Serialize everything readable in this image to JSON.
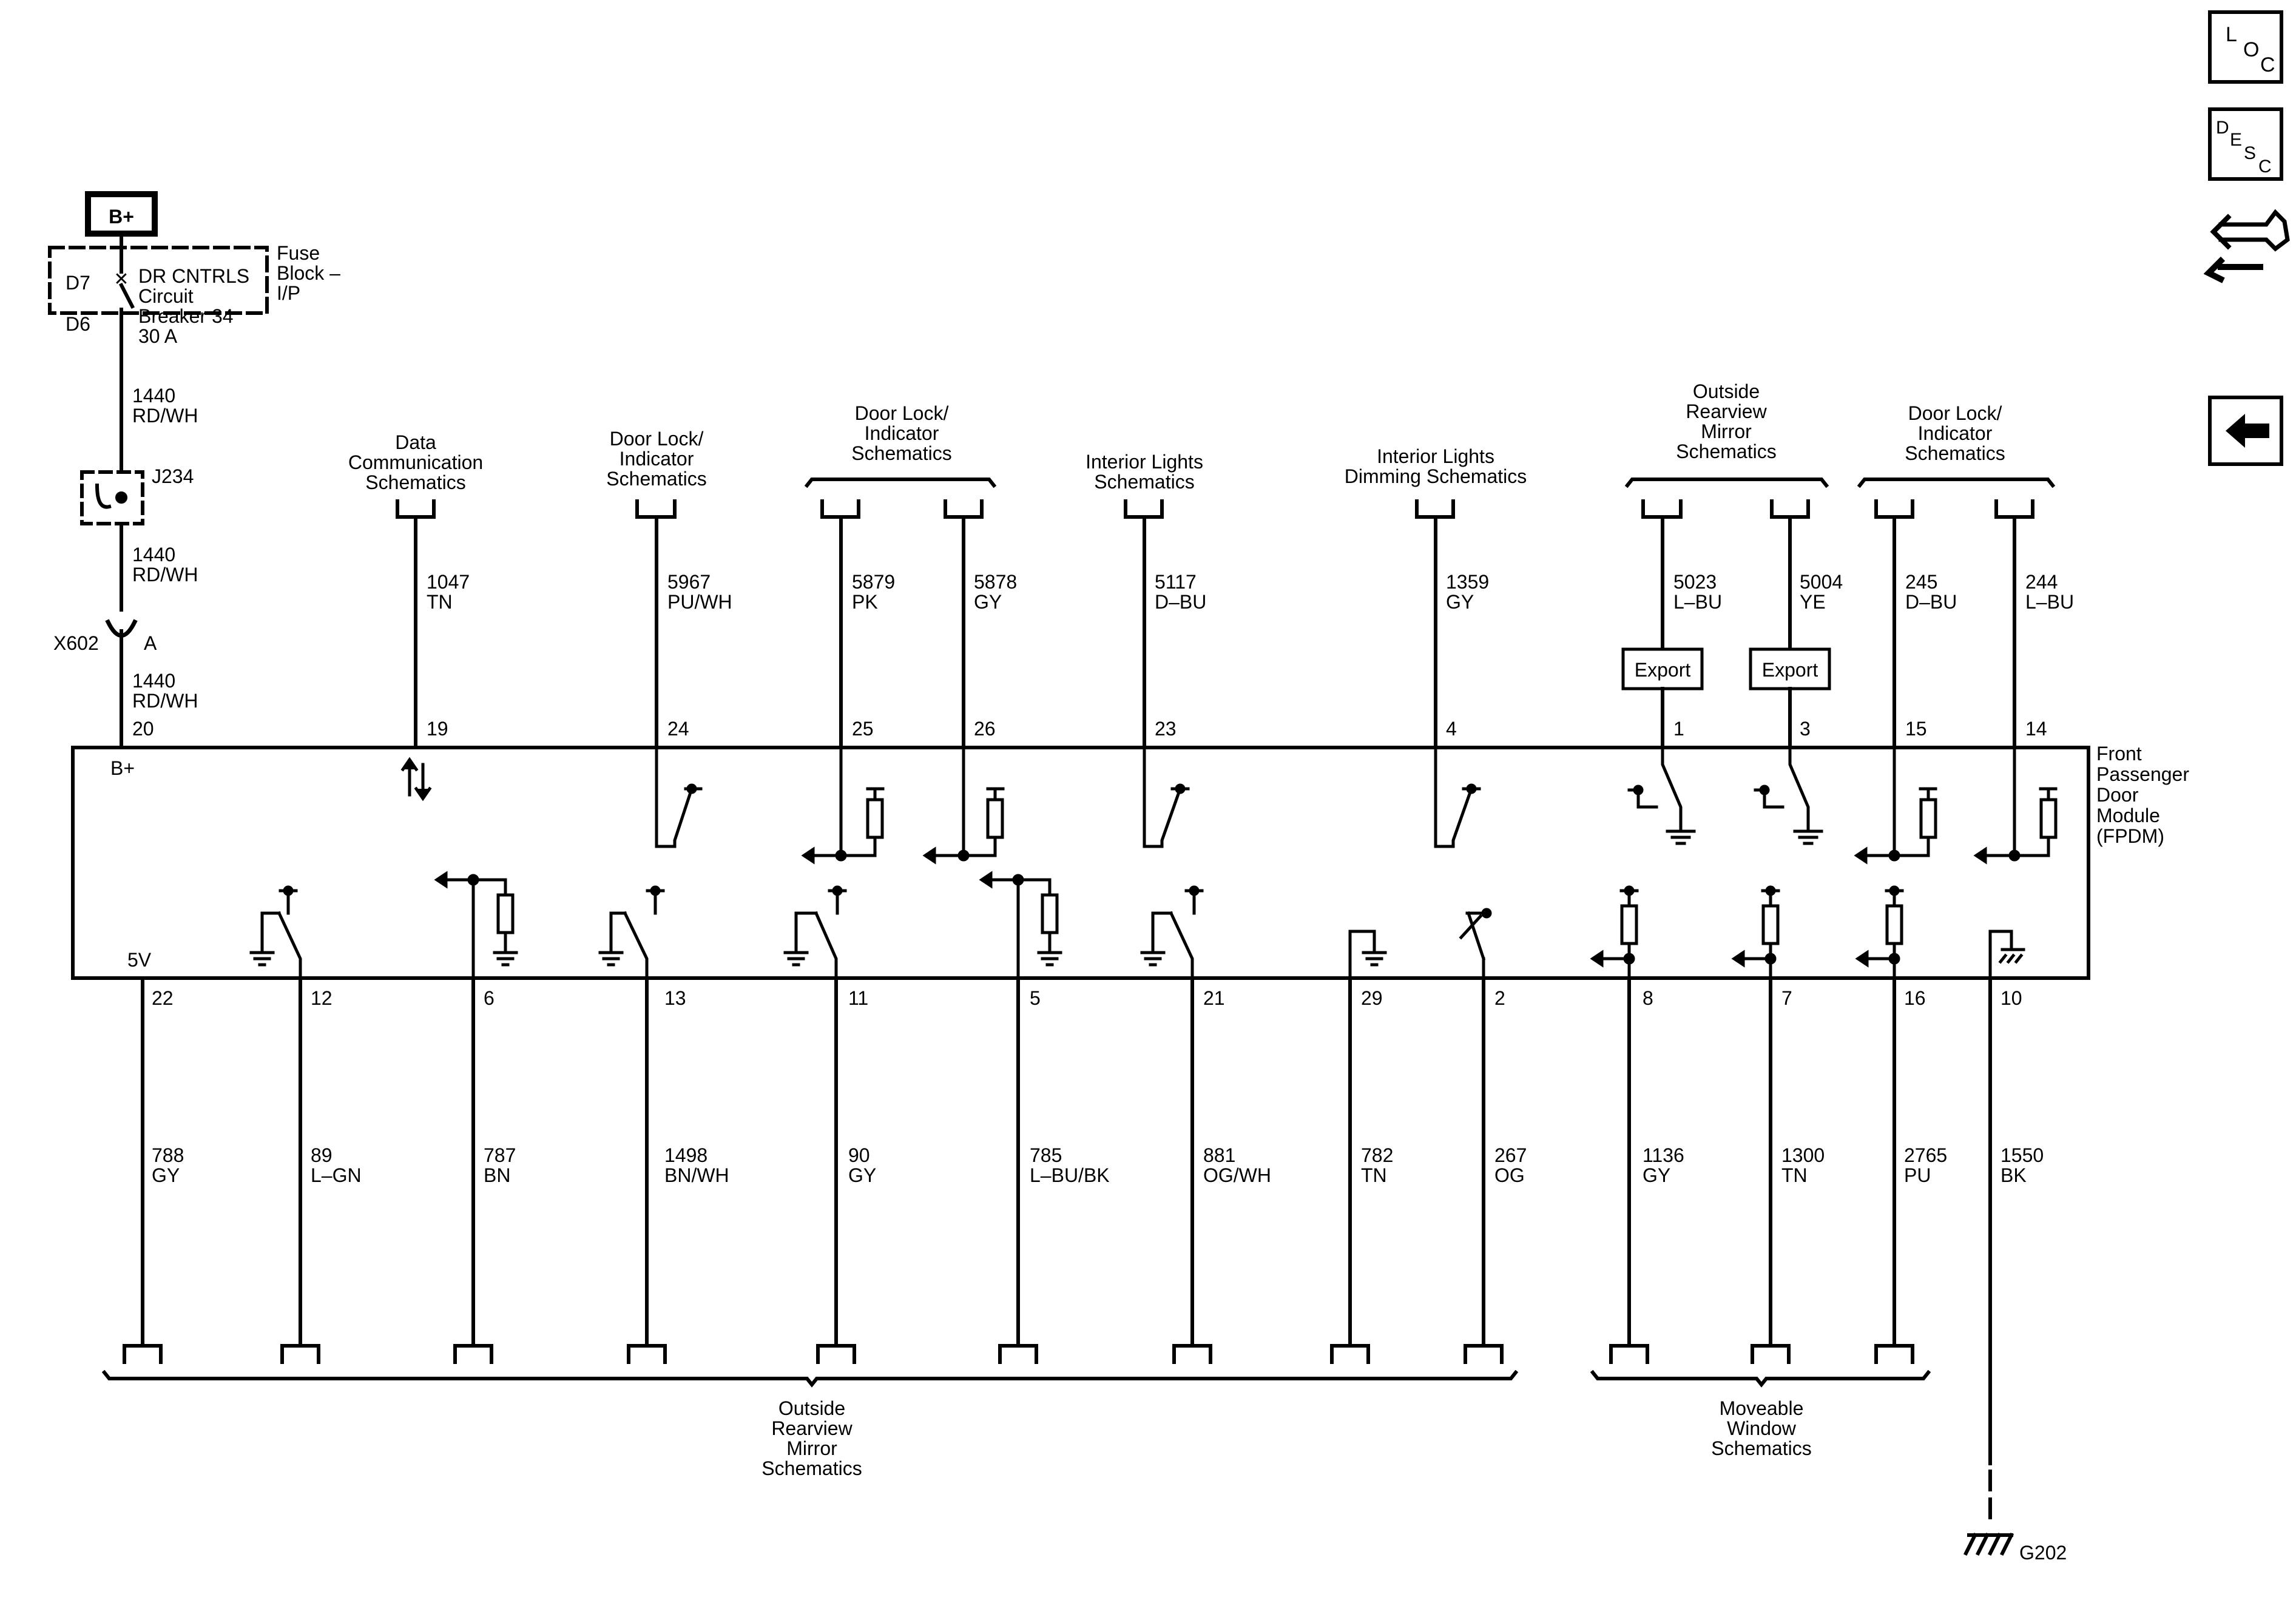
{
  "supply": {
    "battery_label": "B+",
    "fuse_block_label": "Fuse Block – I/P",
    "breaker_label": "DR CNTRLS Circuit Breaker 34 30 A",
    "breaker_lines": [
      "DR CNTRLS",
      "Circuit",
      "Breaker 34",
      "30 A"
    ],
    "fuse_block_lines": [
      "Fuse",
      "Block –",
      "I/P"
    ],
    "pin_d7": "D7",
    "pin_d6": "D6",
    "splice": "J234",
    "connector": "X602",
    "connector_pin": "A",
    "wire_segments": [
      {
        "circuit": "1440",
        "color": "RD/WH"
      },
      {
        "circuit": "1440",
        "color": "RD/WH"
      },
      {
        "circuit": "1440",
        "color": "RD/WH"
      }
    ]
  },
  "module": {
    "name_lines": [
      "Front",
      "Passenger",
      "Door",
      "Module",
      "(FPDM)"
    ],
    "b_plus_label": "B+",
    "five_v_label": "5V"
  },
  "top_pins": [
    {
      "pin": "20",
      "circuit": "",
      "color": ""
    },
    {
      "pin": "19",
      "circuit": "1047",
      "color": "TN"
    },
    {
      "pin": "24",
      "circuit": "5967",
      "color": "PU/WH"
    },
    {
      "pin": "25",
      "circuit": "5879",
      "color": "PK"
    },
    {
      "pin": "26",
      "circuit": "5878",
      "color": "GY"
    },
    {
      "pin": "23",
      "circuit": "5117",
      "color": "D–BU"
    },
    {
      "pin": "4",
      "circuit": "1359",
      "color": "GY"
    },
    {
      "pin": "1",
      "circuit": "5023",
      "color": "L–BU"
    },
    {
      "pin": "3",
      "circuit": "5004",
      "color": "YE"
    },
    {
      "pin": "15",
      "circuit": "245",
      "color": "D–BU"
    },
    {
      "pin": "14",
      "circuit": "244",
      "color": "L–BU"
    }
  ],
  "top_refs": [
    {
      "lines": [
        "Data",
        "Communication",
        "Schematics"
      ]
    },
    {
      "lines": [
        "Door Lock/",
        "Indicator",
        "Schematics"
      ]
    },
    {
      "lines": [
        "Door Lock/",
        "Indicator",
        "Schematics"
      ]
    },
    {
      "lines": [
        "Interior Lights",
        "Schematics"
      ]
    },
    {
      "lines": [
        "Interior Lights",
        "Dimming Schematics"
      ]
    },
    {
      "lines": [
        "Outside",
        "Rearview",
        "Mirror",
        "Schematics"
      ]
    },
    {
      "lines": [
        "Door Lock/",
        "Indicator",
        "Schematics"
      ]
    }
  ],
  "export_labels": [
    "Export",
    "Export"
  ],
  "bottom_pins": [
    {
      "pin": "22",
      "circuit": "788",
      "color": "GY"
    },
    {
      "pin": "12",
      "circuit": "89",
      "color": "L–GN"
    },
    {
      "pin": "6",
      "circuit": "787",
      "color": "BN"
    },
    {
      "pin": "13",
      "circuit": "1498",
      "color": "BN/WH"
    },
    {
      "pin": "11",
      "circuit": "90",
      "color": "GY"
    },
    {
      "pin": "5",
      "circuit": "785",
      "color": "L–BU/BK"
    },
    {
      "pin": "21",
      "circuit": "881",
      "color": "OG/WH"
    },
    {
      "pin": "29",
      "circuit": "782",
      "color": "TN"
    },
    {
      "pin": "2",
      "circuit": "267",
      "color": "OG"
    },
    {
      "pin": "8",
      "circuit": "1136",
      "color": "GY"
    },
    {
      "pin": "7",
      "circuit": "1300",
      "color": "TN"
    },
    {
      "pin": "16",
      "circuit": "2765",
      "color": "PU"
    },
    {
      "pin": "10",
      "circuit": "1550",
      "color": "BK"
    }
  ],
  "bottom_refs": [
    {
      "lines": [
        "Outside",
        "Rearview",
        "Mirror",
        "Schematics"
      ]
    },
    {
      "lines": [
        "Moveable",
        "Window",
        "Schematics"
      ]
    }
  ],
  "ground": "G202",
  "side_icons": {
    "loc": [
      "L",
      "O",
      "C"
    ],
    "desc": [
      "D",
      "E",
      "S",
      "C"
    ]
  }
}
